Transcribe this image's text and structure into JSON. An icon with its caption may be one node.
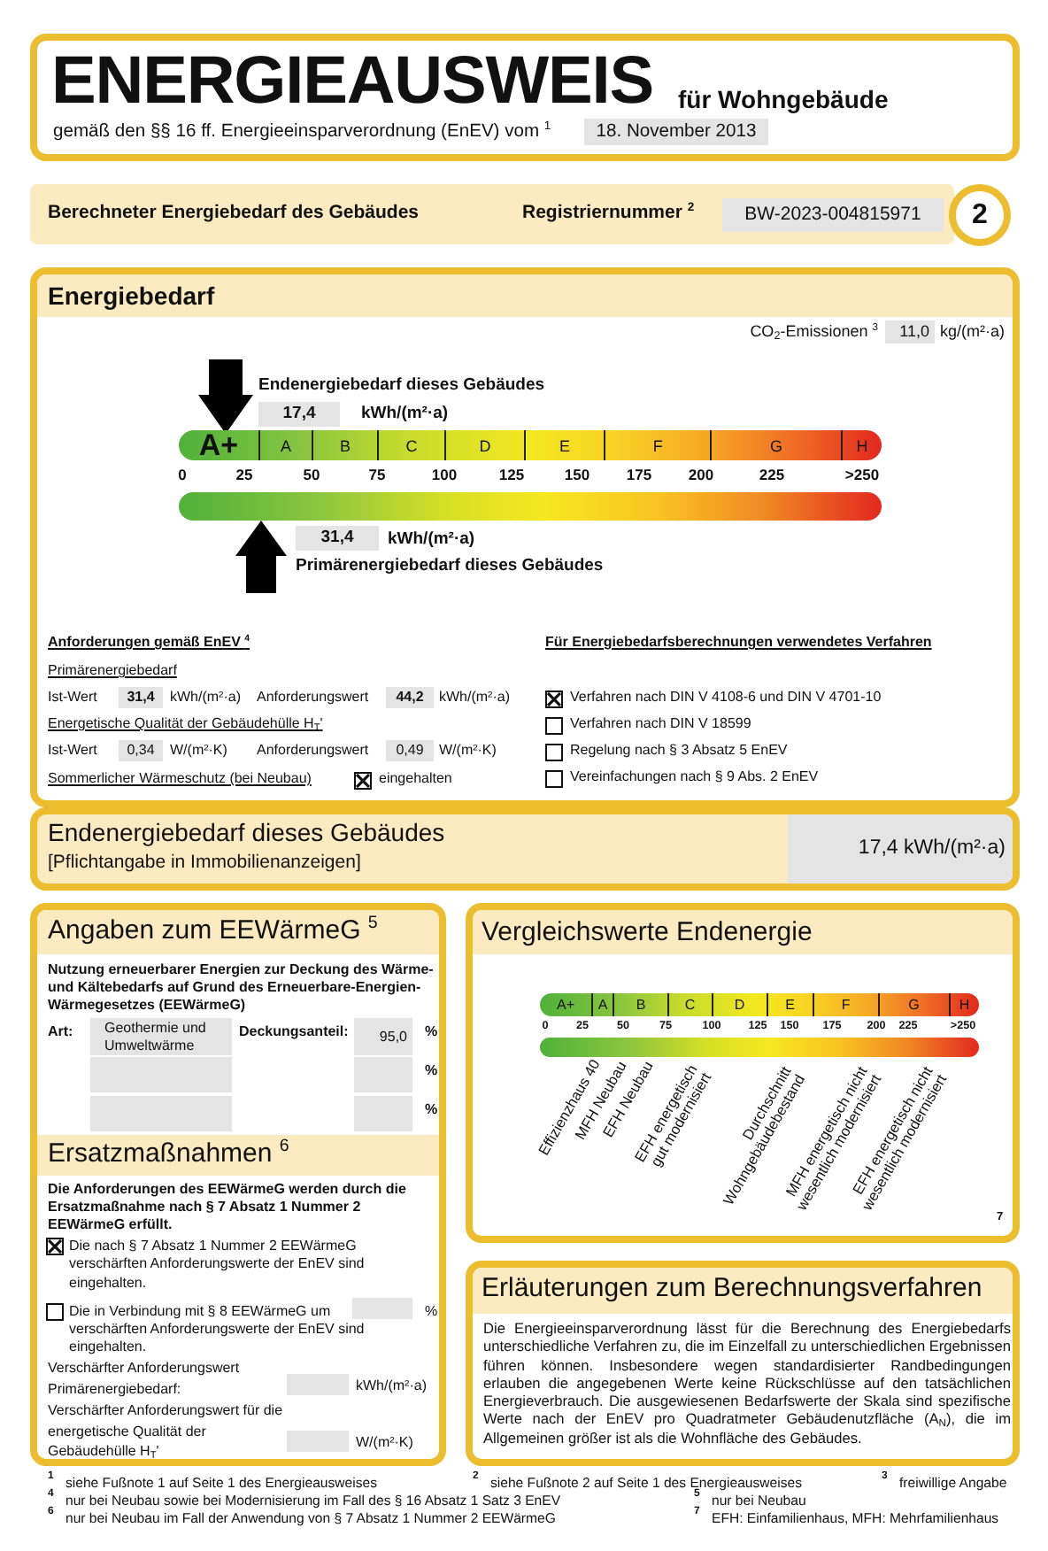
{
  "diagram": {
    "nodes": [
      {
        "text": [
          "ENERGIEAUSWEIS",
          "für Wohngebäude",
          "gemäß den §§ 16 ff. Energieeinsparverordnung (EnEV) vom $^{1}$",
          "18. November 2013"
        ]
      },
      {
        "text": [
          "Berechneter Energiebedarf des Gebäudes",
          "Registriernummer $^{2}$",
          "BW-2023-004815971"
        ]
      },
      {
        "text": [
          "2"
        ]
      },
      {
        "text": [
          "Energiebedarf",
          "CO$_{2}$-Emissionen $^{3}$",
          "11,0",
          "kg/(m²·a)",
          "Endenergiebedarf dieses Gebäudes",
          "17,4",
          "kWh/(m²·a)",
          "31,4",
          "kWh/(m²·a)",
          "Primärenergiebedarf dieses Gebäudes",
          "Anforderungen gemäß EnEV $^{4}$",
          "Primärenergiebedarf",
          "Ist-Wert",
          "31,4",
          "kWh/(m²·a)",
          "Anforderungswert",
          "44,2",
          "kWh/(m²·a)",
          "Energetische Qualität der Gebäudehülle H$_{T}$'",
          "Ist-Wert",
          "0,34",
          "W/(m²·K)",
          "Anforderungswert",
          "0,49",
          "W/(m²·K)",
          "Sommerlicher Wärmeschutz (bei Neubau)",
          "eingehalten",
          "Für Energiebedarfsberechnungen verwendetes Verfahren",
          "Verfahren nach DIN V 4108-6 und DIN V 4701-10",
          "Verfahren nach DIN V 18599",
          "Regelung nach § 3 Absatz 5 EnEV",
          "Vereinfachungen nach § 9 Abs. 2 EnEV"
        ]
      },
      {
        "text": [
          "A+",
          "A",
          "B",
          "C",
          "D",
          "E",
          "F",
          "G",
          "H"
        ],
        "in": 3
      },
      {
        "text": [],
        "shape": "bar",
        "in": 3
      },
      {
        "text": [],
        "shape": "crossed-box",
        "in": 3
      },
      {
        "text": [],
        "shape": "crossed-box",
        "in": 3
      },
      {
        "text": [],
        "shape": "box",
        "in": 3
      },
      {
        "text": [],
        "shape": "box",
        "in": 3
      },
      {
        "text": [],
        "shape": "box",
        "in": 3
      },
      {
        "text": [
          "Endenergiebedarf dieses Gebäudes",
          "[Pflichtangabe in Immobilienanzeigen]",
          "17,4 kWh/(m²·a)"
        ]
      },
      {
        "text": [
          "Angaben zum EEWärmeG $^{5}$",
          "Nutzung erneuerbarer Energien zur Deckung des Wärme-und Kältebedarfs auf Grund des Erneuerbare-Energien-Wärmegesetzes (EEWärmeG)",
          "Art:",
          "Geothermie und Umweltwärme",
          "Deckungsanteil:",
          "95,0",
          "%",
          "%",
          "%",
          "Ersatzmaßnahmen $^{6}$",
          "Die Anforderungen des EEWärmeG werden durch die Ersatzmaßnahme nach § 7 Absatz 1 Nummer 2 EEWärmeG erfüllt.",
          "Die nach § 7 Absatz 1 Nummer 2 EEWärmeG verschärften Anforderungswerte der EnEV sind eingehalten.",
          "Die in Verbindung mit § 8 EEWärmeG um",
          "%",
          "verschärften Anforderungswerte der EnEV sind eingehalten.",
          "Verschärfter Anforderungswert Primärenergiebedarf:",
          "kWh/(m²·a)",
          "Verschärfter Anforderungswert für die energetische Qualität der Gebäudehülle H$_{T}$'",
          "W/(m²·K)"
        ]
      },
      {
        "text": [],
        "shape": "crossed-box",
        "in": 12
      },
      {
        "text": [],
        "shape": "box",
        "in": 12
      },
      {
        "text": [
          "Vergleichswerte Endenergie",
          "Effizienzhaus 40",
          "MFH Neubau",
          "EFH Neubau",
          "EFH energetisch gut modernisiert",
          "Durchschnitt Wohngebäudebestand",
          "MFH energetisch nicht wesentlich modernisiert",
          "EFH energetisch nicht wesentlich modernisiert",
          "7"
        ]
      },
      {
        "text": [
          "A+",
          "A",
          "B",
          "C",
          "D",
          "E",
          "F",
          "G",
          "H"
        ],
        "in": 15
      },
      {
        "text": [],
        "shape": "bar",
        "in": 15
      },
      {
        "text": [
          "Erläuterungen zum Berechnungsverfahren",
          "Die Energieeinsparverordnung lässt für die Berechnung des Energiebedarfs unterschiedliche Verfahren zu, die im Einzelfall zu unterschiedlichen Ergebnissen führen können. Insbesondere wegen standardisierter Randbedingungen erlauben die angegebenen Werte keine Rückschlüsse auf den tatsächlichen Energieverbrauch. Die ausgewiesenen Bedarfswerte der Skala sind spezifische Werte nach der EnEV pro Quadratmeter Gebäudenutzfläche (A$_{N}$), die im Allgemeinen größer ist als die Wohnfläche des Gebäudes."
        ]
      }
    ],
    "labels": [
      "0",
      "25",
      "50",
      "75",
      "100",
      "125",
      "150",
      "175",
      "200",
      "225",
      ">250",
      "0",
      "25",
      "50",
      "75",
      "100",
      "125",
      "150",
      "175",
      "200",
      "225",
      ">250",
      "1",
      "siehe Fußnote 1 auf Seite 1 des Energieausweises",
      "2",
      "siehe Fußnote 2 auf Seite 1 des Energieausweises",
      "3",
      "freiwillige Angabe",
      "4",
      "nur bei Neubau sowie bei Modernisierung im Fall des § 16 Absatz 1 Satz 3 EnEV",
      "5",
      "nur bei Neubau",
      "6",
      "nur bei Neubau im Fall der Anwendung von § 7 Absatz 1 Nummer 2 EEWärmeG",
      "7",
      "EFH: Einfamilienhaus, MFH: Mehrfamilienhaus"
    ]
  }
}
